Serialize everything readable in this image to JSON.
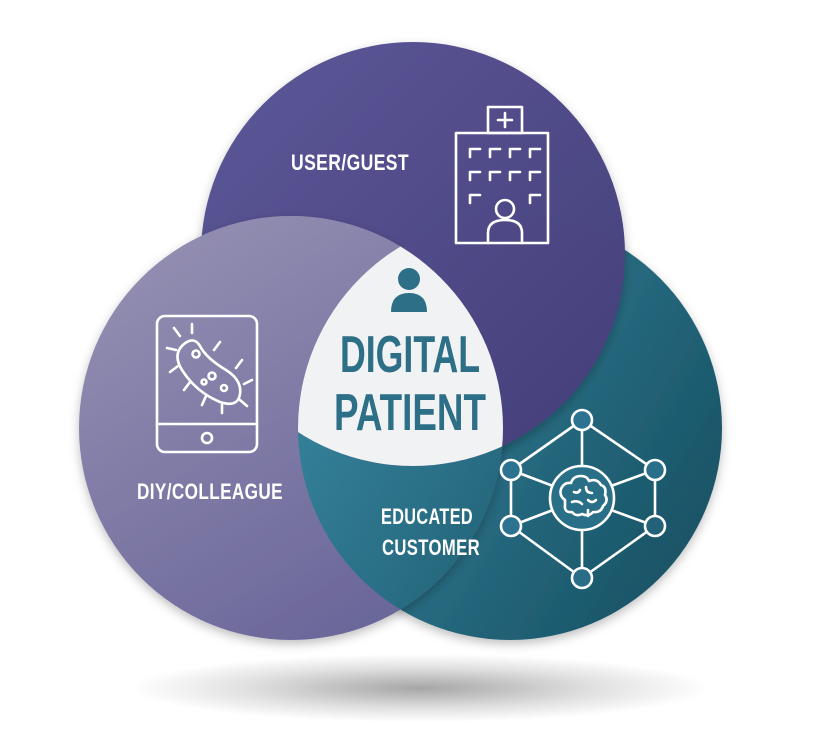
{
  "diagram": {
    "center": {
      "line1": "DIGITAL",
      "line2": "PATIENT",
      "icon": "person-icon"
    },
    "circles": [
      {
        "id": "top",
        "label": "USER/GUEST",
        "icon": "hospital-building-icon"
      },
      {
        "id": "left",
        "label": "DIY/COLLEAGUE",
        "icon": "tablet-bacteria-icon"
      },
      {
        "id": "right",
        "label_line1": "EDUCATED",
        "label_line2": "CUSTOMER",
        "icon": "brain-network-icon"
      }
    ]
  },
  "colors": {
    "top_circle_start": "#5b5596",
    "top_circle_end": "#45407a",
    "left_circle_start": "#8f8aae",
    "left_circle_end": "#6e6a9c",
    "right_circle_start": "#3a89a3",
    "right_circle_end": "#1b566b",
    "center_fill": "#f2f3f5",
    "center_text": "#2d6f86"
  }
}
